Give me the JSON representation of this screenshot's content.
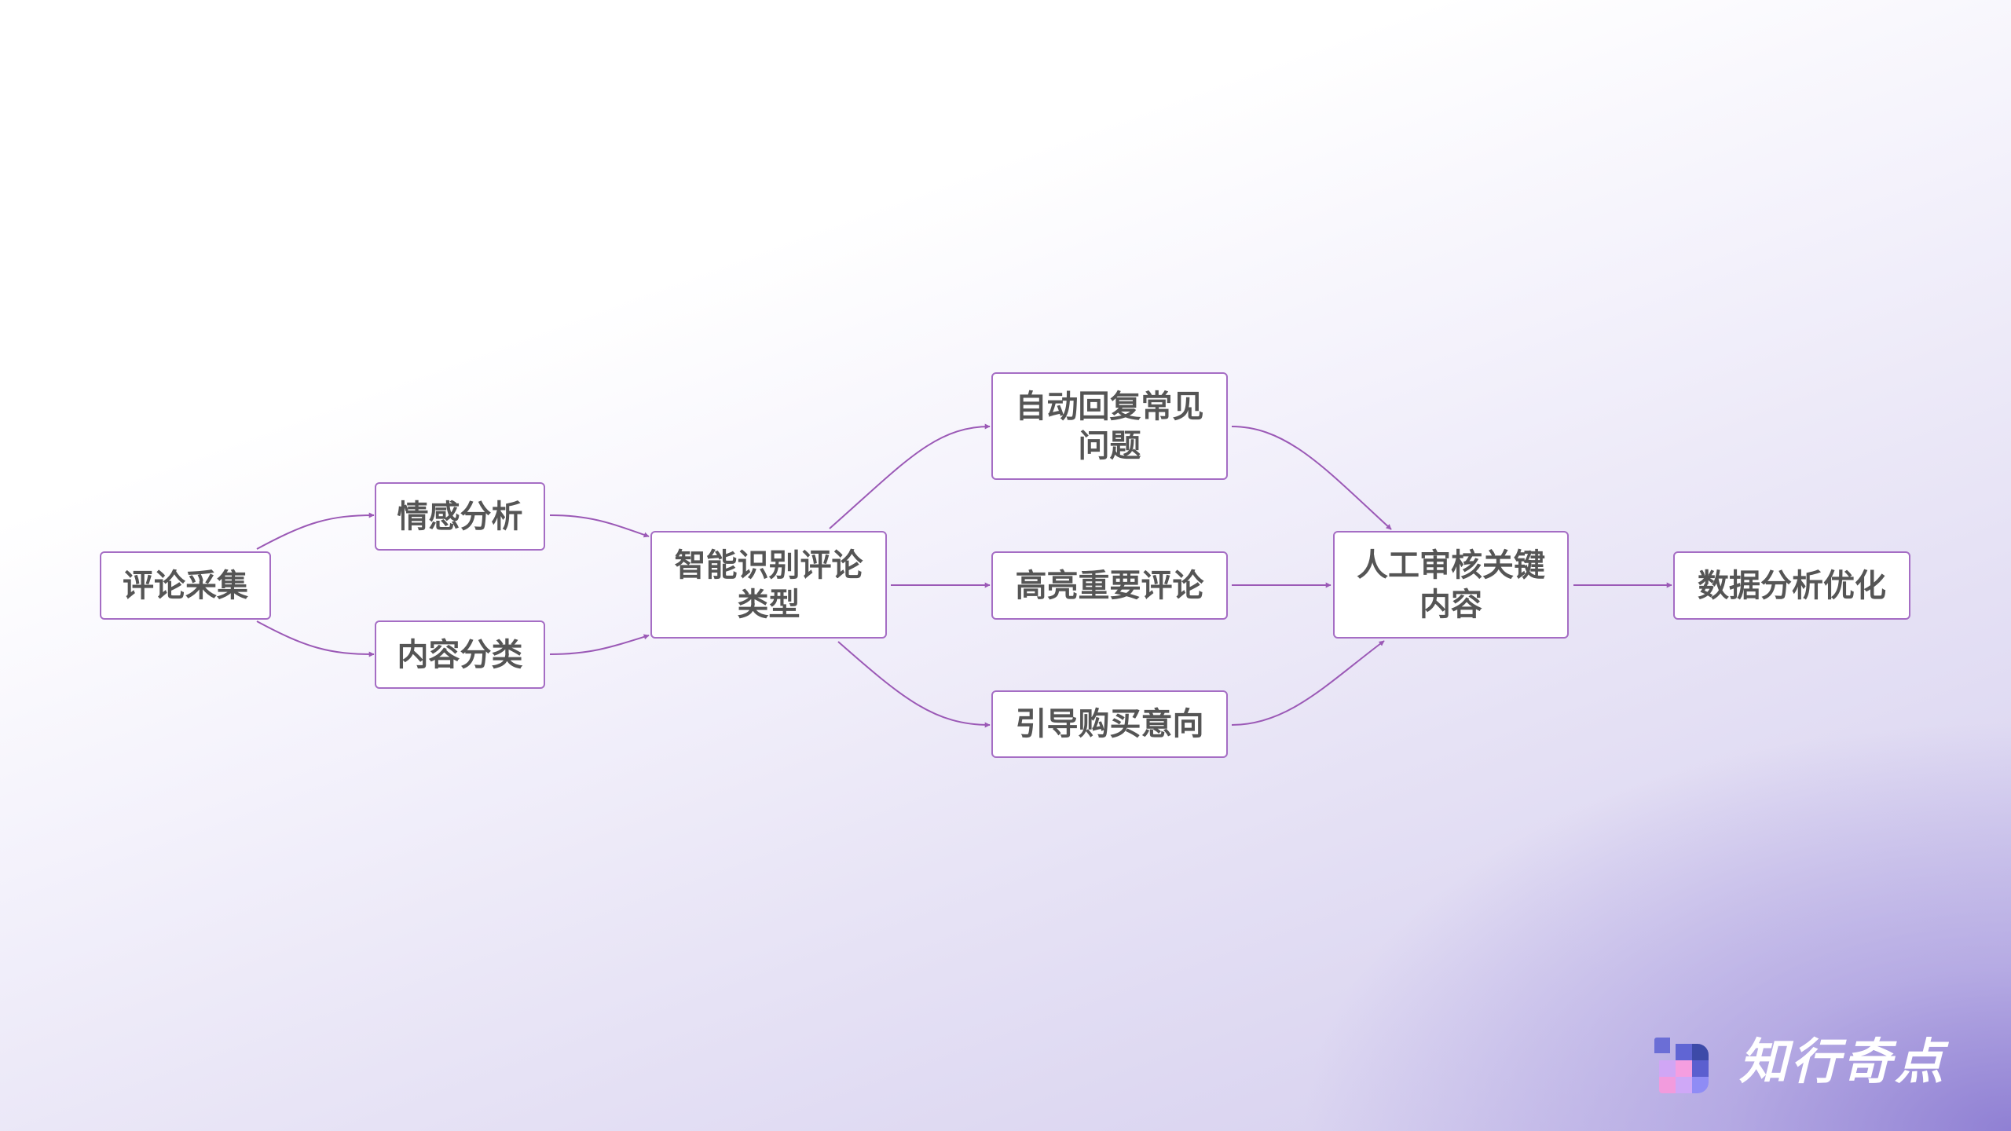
{
  "diagram": {
    "type": "flowchart",
    "nodes": [
      {
        "id": "collect",
        "label": "评论采集"
      },
      {
        "id": "sentiment",
        "label": "情感分析"
      },
      {
        "id": "classify",
        "label": "内容分类"
      },
      {
        "id": "identify",
        "label": "智能识别评论\n类型"
      },
      {
        "id": "autoreply",
        "label": "自动回复常见\n问题"
      },
      {
        "id": "highlight",
        "label": "高亮重要评论"
      },
      {
        "id": "guide",
        "label": "引导购买意向"
      },
      {
        "id": "review",
        "label": "人工审核关键\n内容"
      },
      {
        "id": "optimize",
        "label": "数据分析优化"
      }
    ],
    "edges": [
      {
        "from": "collect",
        "to": "sentiment"
      },
      {
        "from": "collect",
        "to": "classify"
      },
      {
        "from": "sentiment",
        "to": "identify"
      },
      {
        "from": "classify",
        "to": "identify"
      },
      {
        "from": "identify",
        "to": "autoreply"
      },
      {
        "from": "identify",
        "to": "highlight"
      },
      {
        "from": "identify",
        "to": "guide"
      },
      {
        "from": "autoreply",
        "to": "review"
      },
      {
        "from": "highlight",
        "to": "review"
      },
      {
        "from": "guide",
        "to": "review"
      },
      {
        "from": "review",
        "to": "optimize"
      }
    ]
  },
  "colors": {
    "edge": "#9b59b6",
    "node_border": "#a56dc4",
    "node_text": "#555555",
    "node_bg": "#ffffff"
  },
  "logo": {
    "text": "知行奇点",
    "icon": "pixel-grid-logo-icon"
  }
}
